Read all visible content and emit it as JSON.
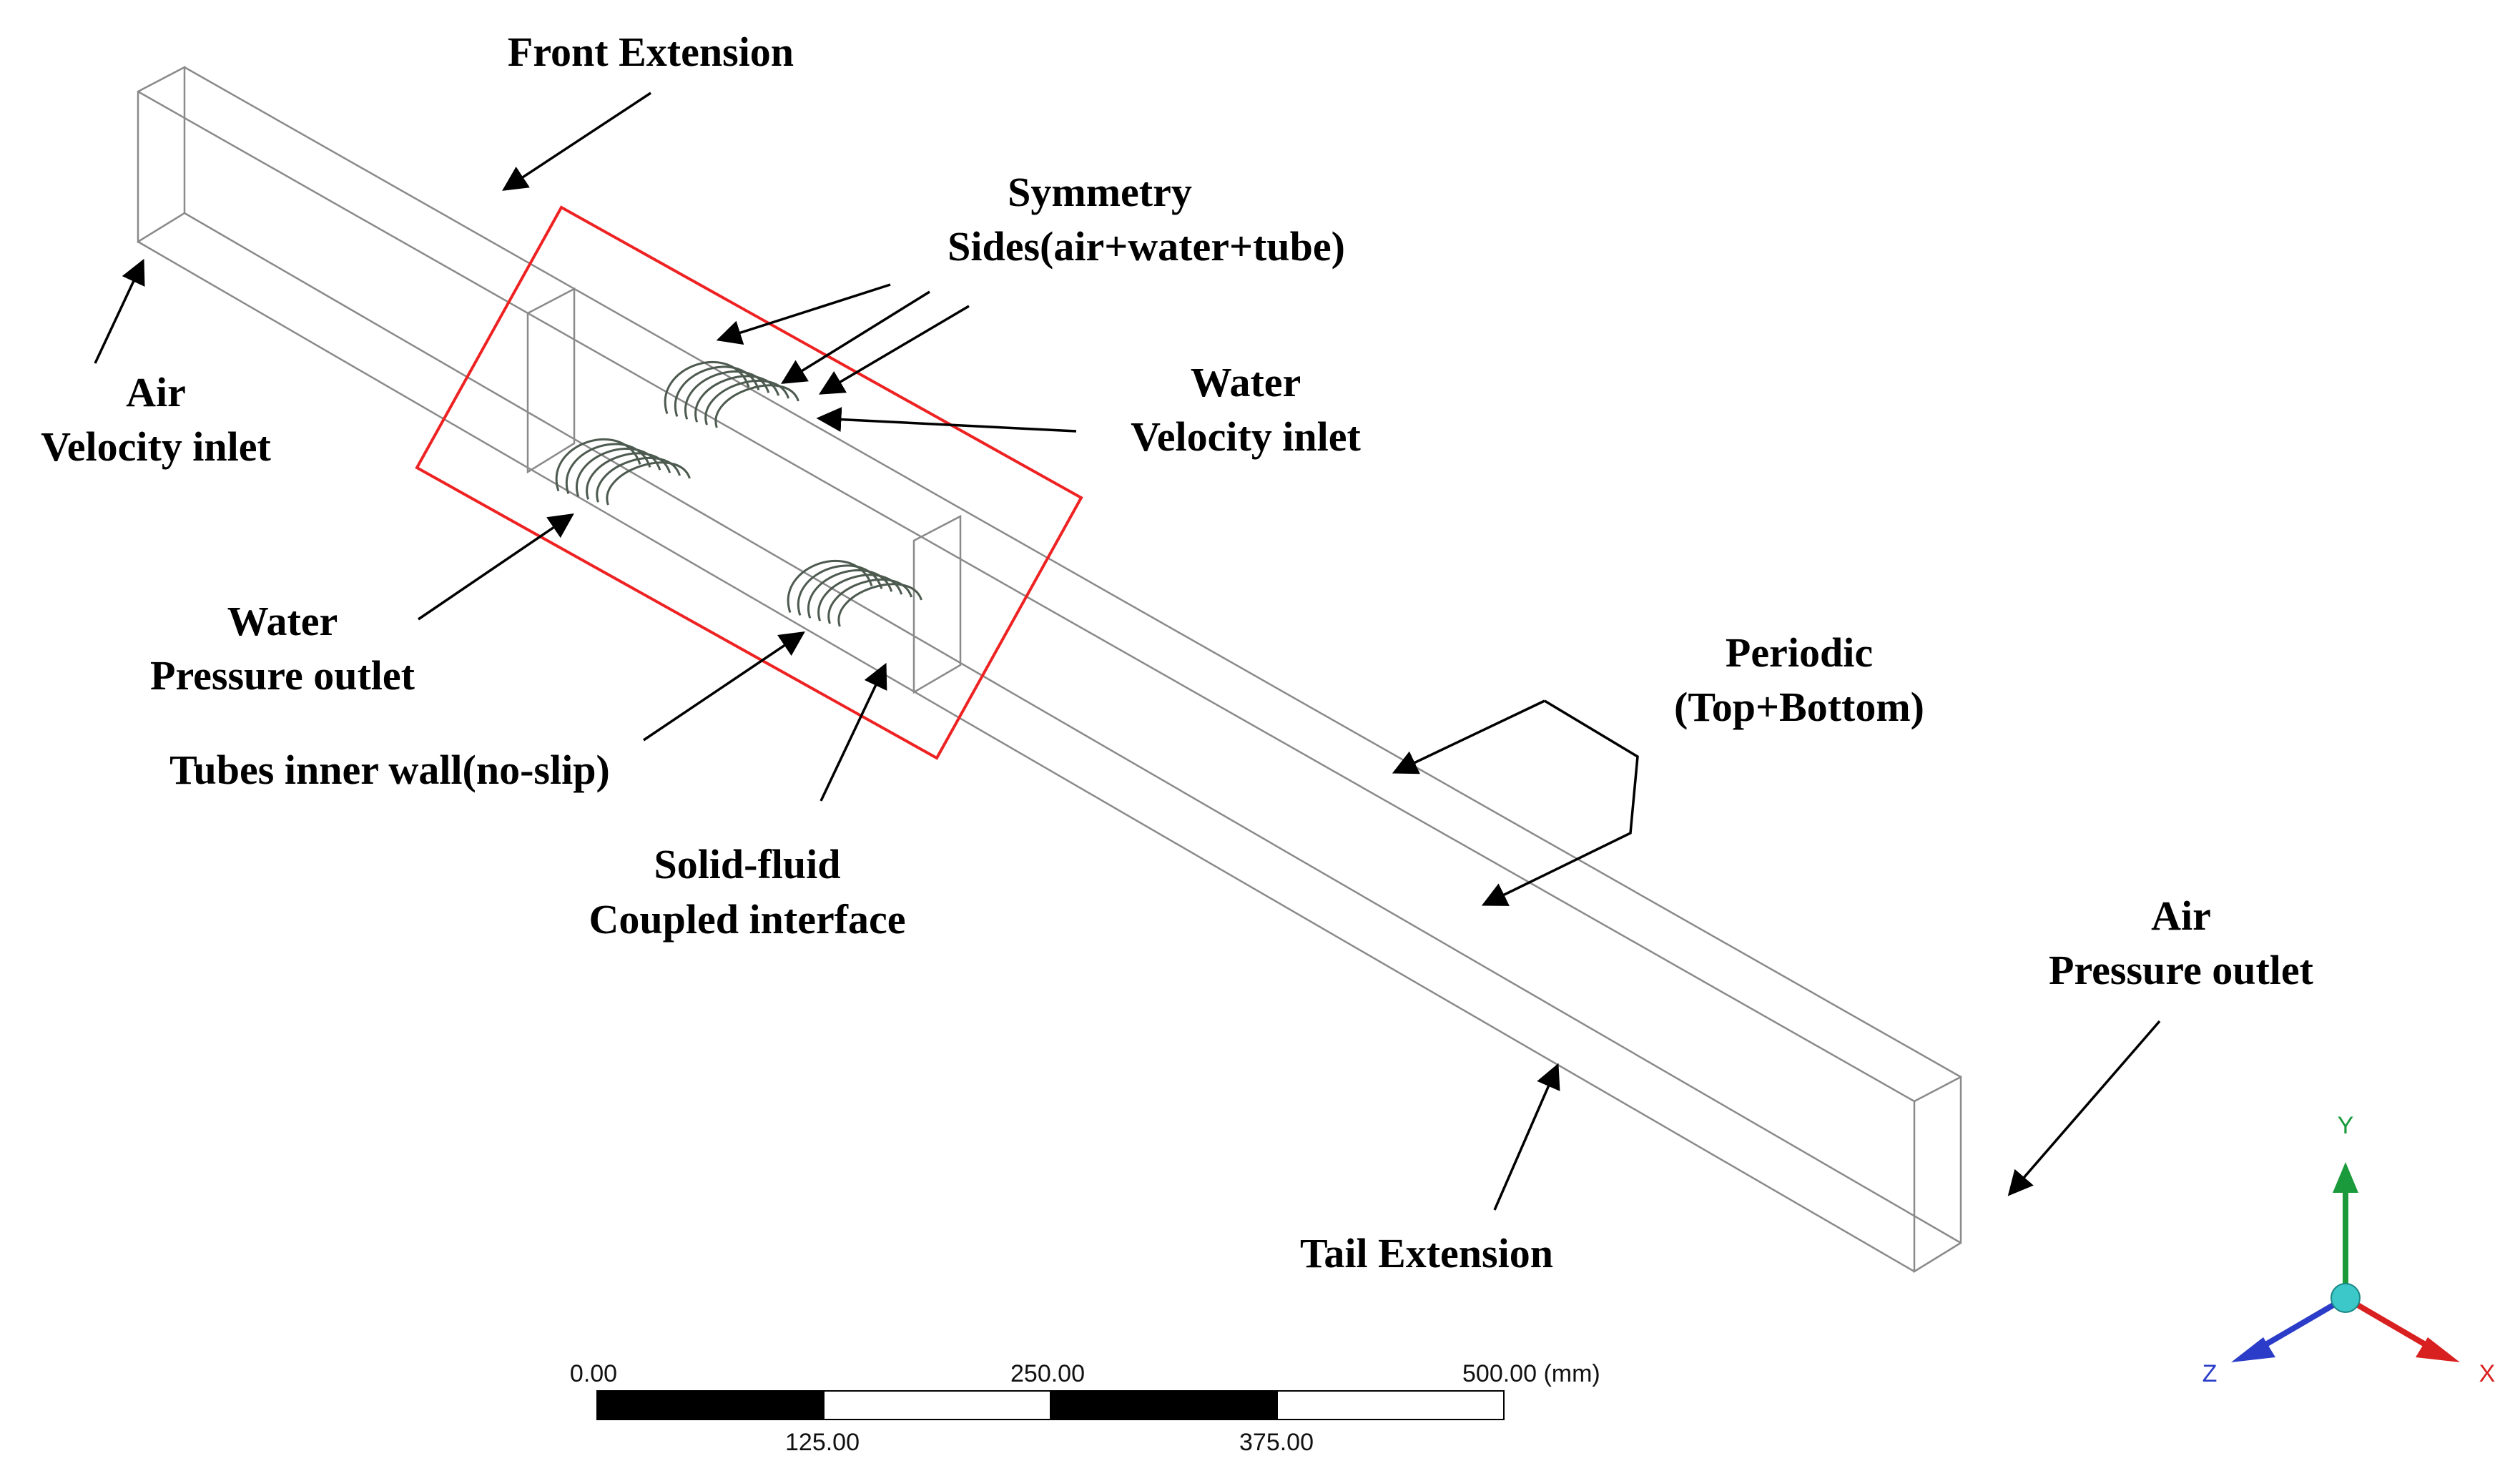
{
  "labels": {
    "front_extension": "Front Extension",
    "symmetry_1": "Symmetry",
    "symmetry_2": "Sides(air+water+tube)",
    "water_velocity_1": "Water",
    "water_velocity_2": "Velocity inlet",
    "air_velocity_1": "Air",
    "air_velocity_2": "Velocity inlet",
    "water_pressure_1": "Water",
    "water_pressure_2": "Pressure outlet",
    "tubes_inner_wall": "Tubes inner wall(no-slip)",
    "solid_fluid_1": "Solid-fluid",
    "solid_fluid_2": "Coupled interface",
    "periodic_1": "Periodic",
    "periodic_2": "(Top+Bottom)",
    "air_pressure_1": "Air",
    "air_pressure_2": "Pressure outlet",
    "tail_extension": "Tail Extension"
  },
  "scale_bar": {
    "top_ticks": [
      "0.00",
      "250.00",
      "500.00 (mm)"
    ],
    "bottom_ticks": [
      "125.00",
      "375.00"
    ],
    "colors": [
      "#000000",
      "#ffffff"
    ]
  },
  "triad": {
    "axes": [
      {
        "label": "Y",
        "color": "#1a9a3a"
      },
      {
        "label": "X",
        "color": "#d92020"
      },
      {
        "label": "Z",
        "color": "#2a3cc8"
      }
    ],
    "origin_color": "#3cc8c8"
  },
  "highlight_color": "#ee2222"
}
